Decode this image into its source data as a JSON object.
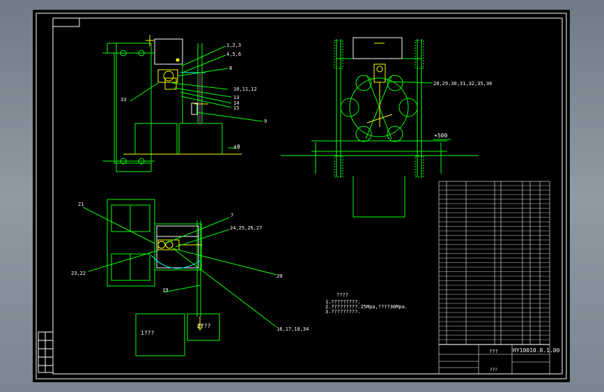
{
  "drawing": {
    "callouts_top_left": [
      "1,2,3",
      "4,5,6",
      "8",
      "10,11,12",
      "13",
      "14",
      "15",
      "9",
      "33"
    ],
    "level_zero": "±0",
    "level_500": "+500",
    "callout_top_right": "28,29,30,31,32,35,36",
    "callouts_bottom_left": [
      "21",
      "7",
      "24,25,26,27",
      "23,22",
      "20",
      "19",
      "16,17,18,34"
    ],
    "box_label_1": "1???",
    "box_label_2": "2???",
    "notes_title": "????",
    "notes": [
      "1.?????????.",
      "2.?????????.25Mpa,????30Mpa.",
      "3.?????????."
    ],
    "title_block": {
      "drawing_number": "HY10010.8.1.00",
      "name": "???",
      "bottom_text": "???"
    }
  },
  "colors": {
    "background": "#000000",
    "frame": "#ffffff",
    "geometry_green": "#00ff00",
    "geometry_yellow": "#ffff00",
    "accent_cyan": "#00ffff",
    "accent_magenta": "#ff00ff"
  }
}
